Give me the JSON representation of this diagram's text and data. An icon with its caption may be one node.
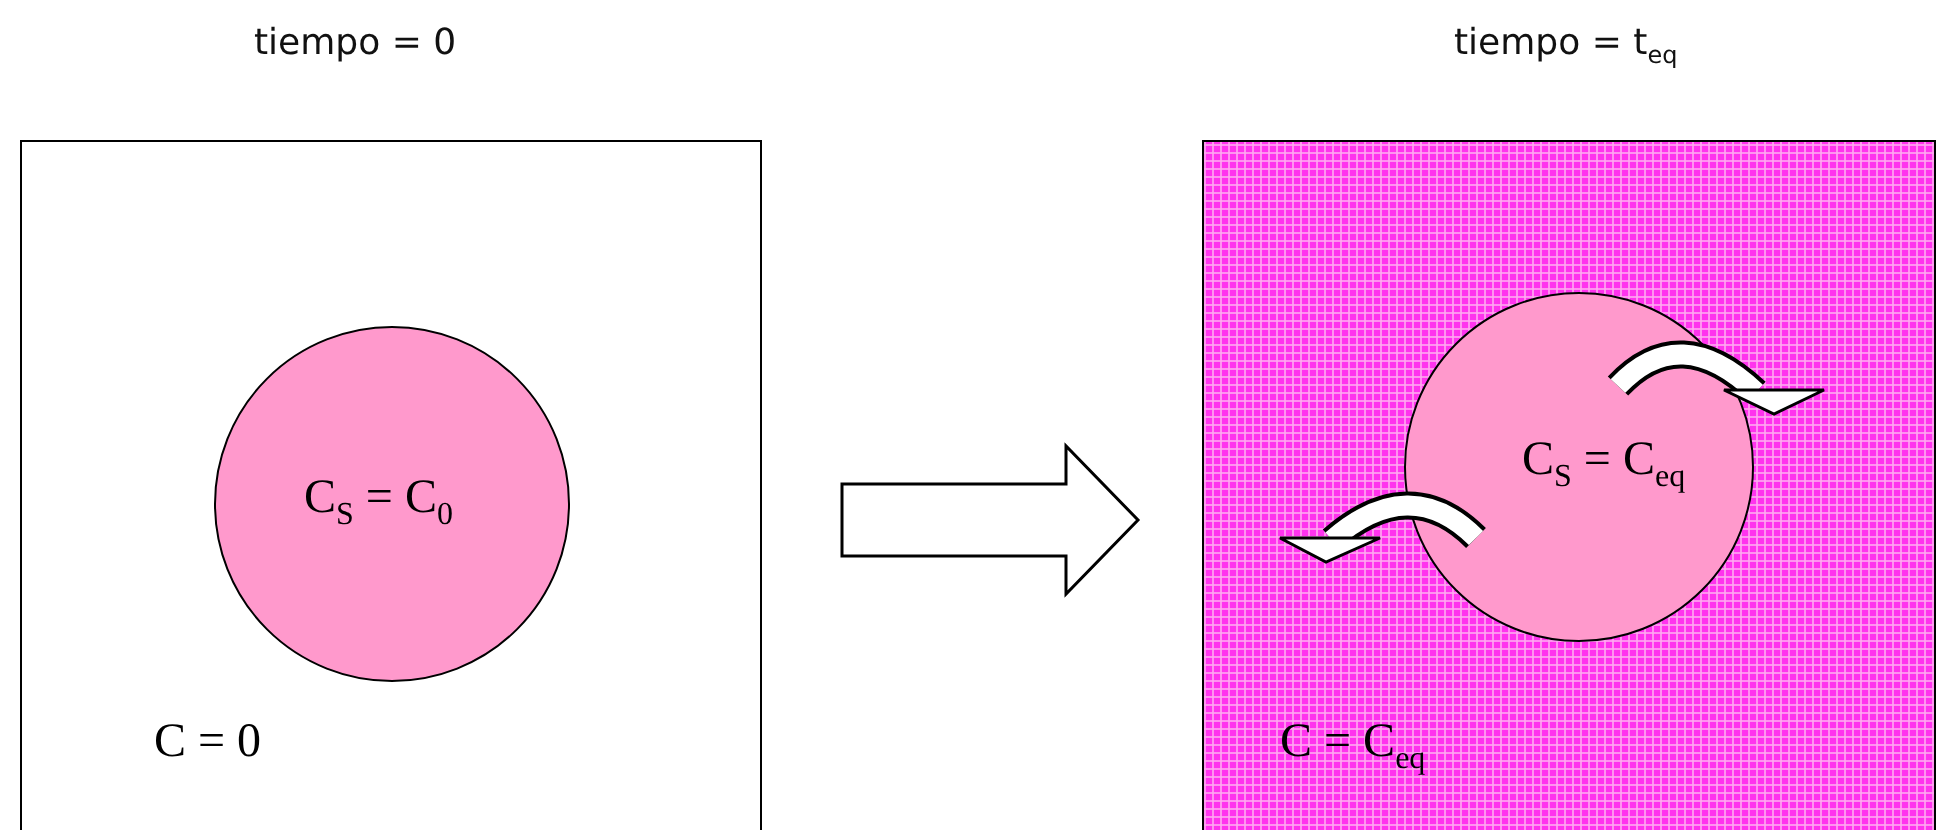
{
  "diagram": {
    "nodes": [
      {
        "text": [
          "tiempo = 0",
          "C = 0"
        ]
      },
      {
        "text": [
          "C$_{S}$ = C$_{0}$"
        ],
        "in": 0
      },
      {
        "text": [
          "tiempo = t$_{eq}$",
          "C = C$_{eq}$"
        ]
      },
      {
        "text": [
          "C$_{S}$ = C$_{eq}$"
        ],
        "in": 2
      }
    ],
    "edges": [
      {
        "from": 0,
        "to": 2,
        "arrow": "to"
      }
    ]
  }
}
